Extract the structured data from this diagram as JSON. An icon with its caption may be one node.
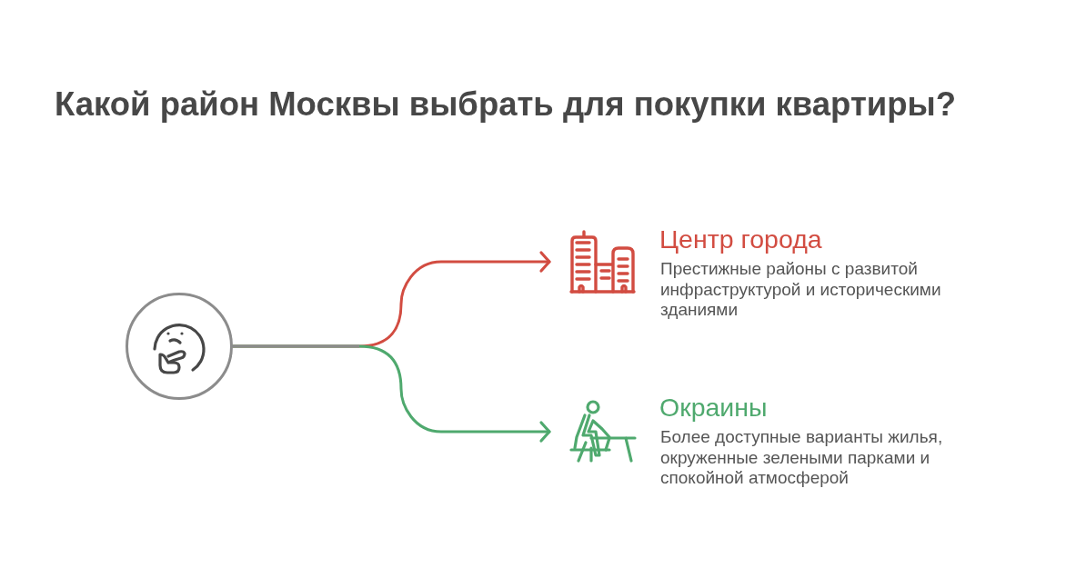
{
  "diagram": {
    "title": "Какой район Москвы выбрать для покупки квартиры?",
    "nodes": [
      {
        "text": [],
        "shape": "circle"
      },
      {
        "text": [
          "Центр города",
          "Престижные районы с развитой инфраструктурой и историческими зданиями"
        ]
      },
      {
        "text": [
          "Окраины",
          "Более доступные варианты жилья, окруженные зелеными парками и спокойной атмосферой"
        ]
      }
    ],
    "edges": [
      {
        "from": 0,
        "to": 1,
        "arrow": "to",
        "color": "#d24c41"
      },
      {
        "from": 0,
        "to": 2,
        "arrow": "to",
        "color": "#4fa96e"
      }
    ]
  }
}
